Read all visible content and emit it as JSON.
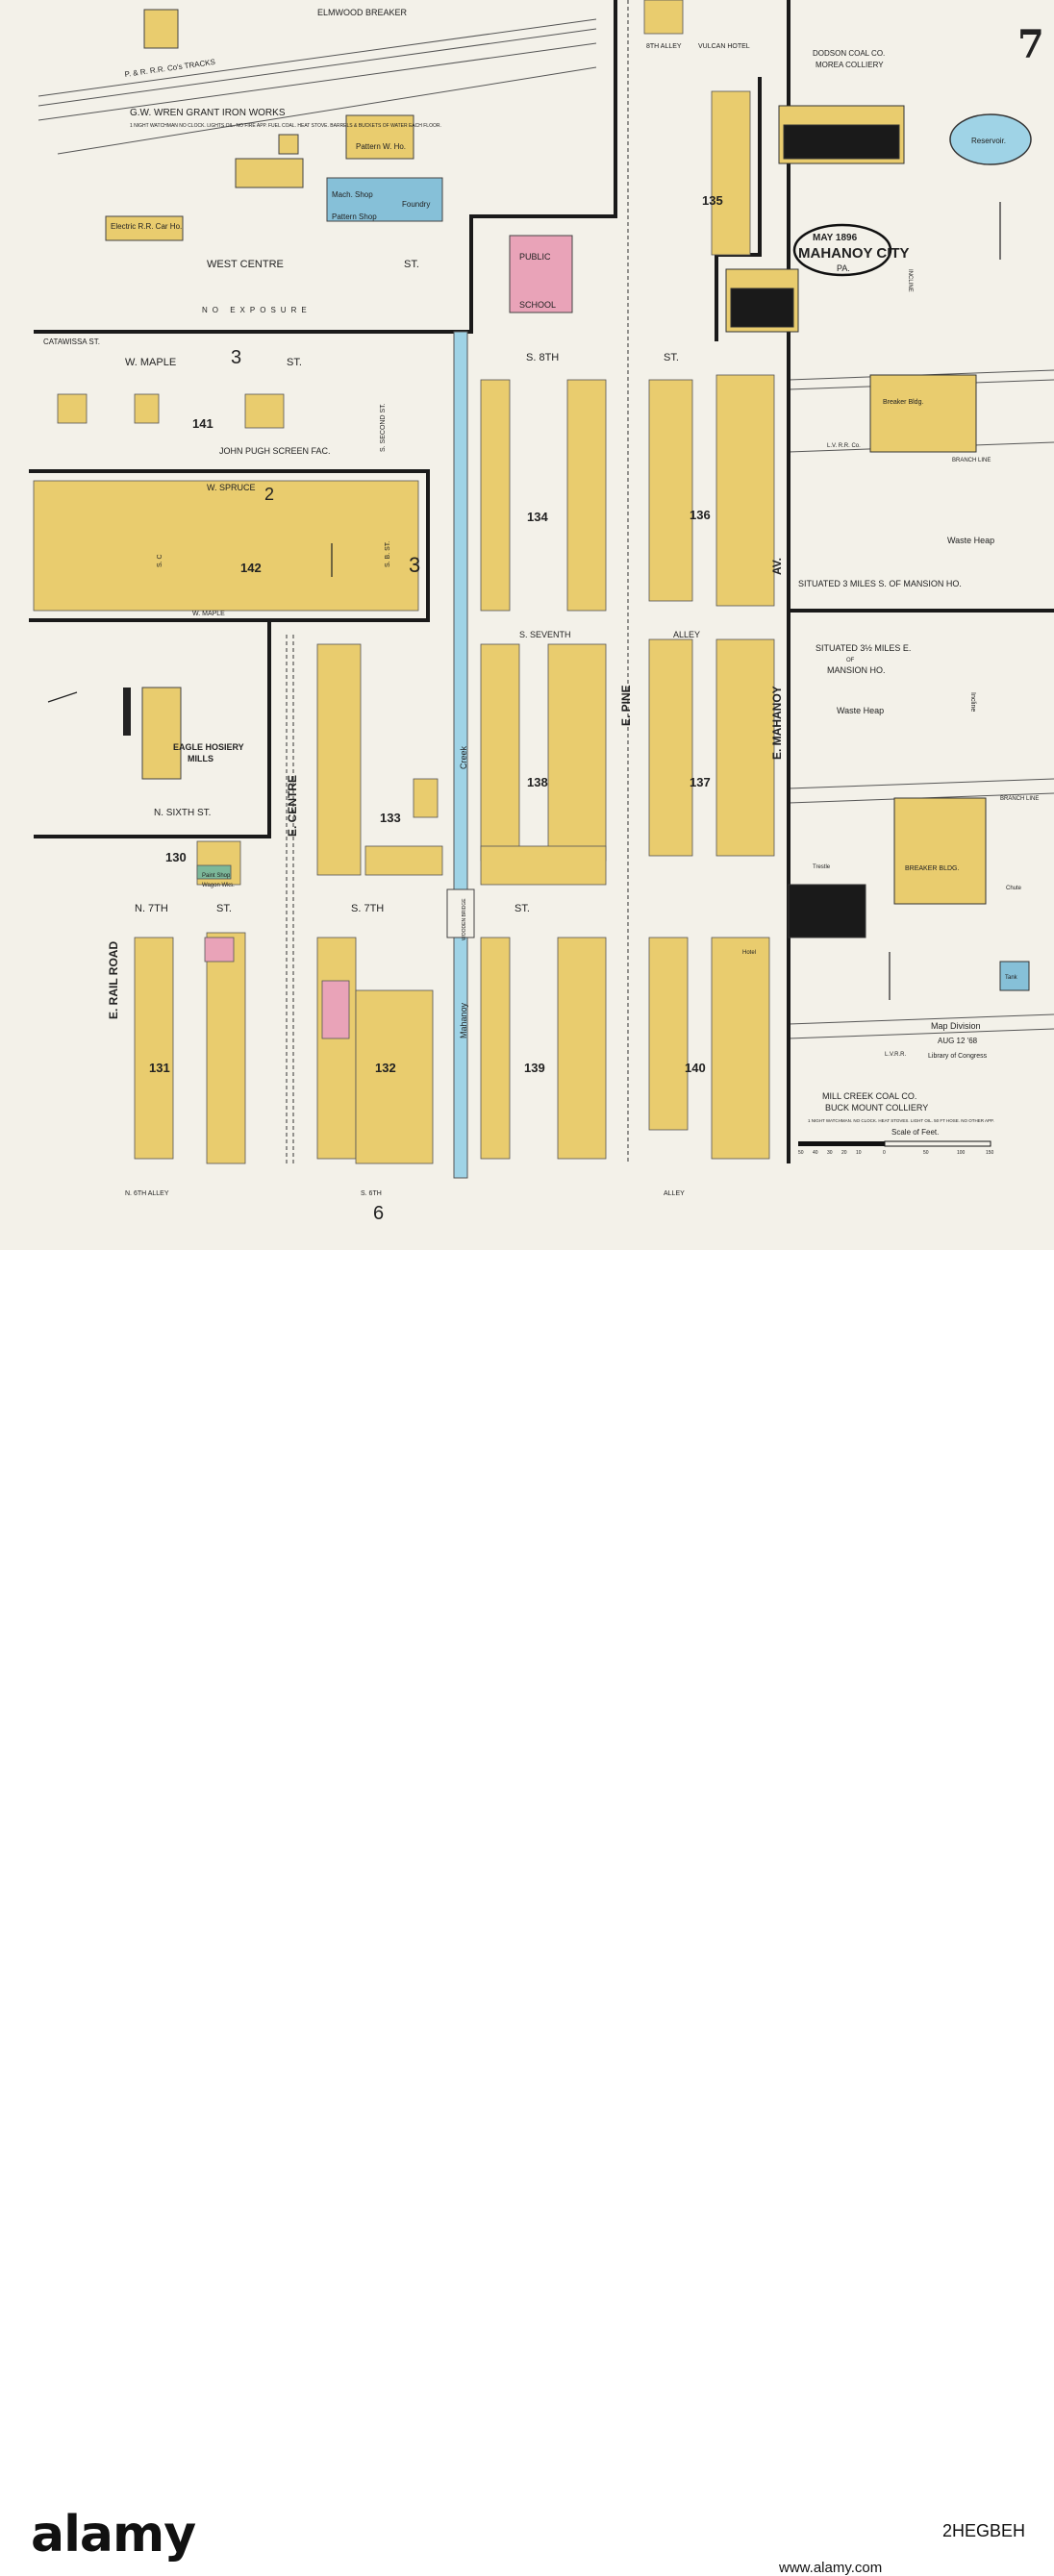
{
  "sheet": {
    "page_number": "7",
    "date_stamp": "MAY 1896",
    "city": "MAHANOY CITY",
    "state": "PA."
  },
  "streets": {
    "elmwood_breaker": "ELMWOOD BREAKER",
    "west_centre": "WEST CENTRE",
    "st": "ST.",
    "w_maple": "W. MAPLE",
    "catawissa": "CATAWISSA ST.",
    "w_spruce": "W. SPRUCE",
    "w_maple_lower": "W. MAPLE",
    "s_8th": "S. 8TH",
    "s_seventh": "S. SEVENTH",
    "alley": "ALLEY",
    "n_sixth": "N. SIXTH ST.",
    "n_7th": "N. 7TH",
    "s_7th": "S. 7TH",
    "e_rail_road": "E. RAIL ROAD",
    "e_centre": "E. CENTRE",
    "e_pine": "E. PINE",
    "e_mahanoy": "E. MAHANOY",
    "av": "AV.",
    "creek": "Creek",
    "mahanoy": "Mahanoy",
    "n_6th_alley": "N. 6TH ALLEY",
    "s_6th": "S. 6TH",
    "alley_bottom": "ALLEY",
    "s_second_st": "S. SECOND ST.",
    "s_c": "S. C",
    "s_b_st": "S. B. ST.",
    "vulcan_hotel": "VULCAN HOTEL",
    "eighth_alley": "8TH ALLEY",
    "pr_rr_tracks": "P. & R. R.R. Co's TRACKS",
    "lv_rr_co": "L.V. R.R. Co.",
    "branch_line": "BRANCH LINE",
    "lv_rr": "L.V.R.R.",
    "no_exposure": "NO EXPOSURE"
  },
  "blocks": [
    "3",
    "141",
    "2",
    "142",
    "3",
    "133",
    "130",
    "131",
    "132",
    "134",
    "138",
    "139",
    "135",
    "136",
    "137",
    "140",
    "6"
  ],
  "labels": {
    "wren": "G.W. WREN GRANT IRON WORKS",
    "wren_note": "1 NIGHT WATCHMAN NO CLOCK. LIGHTS OIL. NO FIRE APP. FUEL COAL. HEAT STOVE. BARRELS & BUCKETS OF WATER EACH FLOOR.",
    "electric_rr": "Electric R.R. Car Ho.",
    "mach_shop": "Mach. Shop",
    "pattern_shop": "Pattern Shop",
    "foundry": "Foundry",
    "pattern_w_ho": "Pattern W. Ho.",
    "public_school": "PUBLIC",
    "school": "SCHOOL",
    "john_pugh": "JOHN PUGH SCREEN FAC.",
    "eagle_hosiery": "EAGLE HOSIERY",
    "mills": "MILLS",
    "dodson": "DODSON COAL CO.",
    "morea": "MOREA COLLIERY",
    "reservoir": "Reservoir.",
    "breaker_bldg": "Breaker Bldg.",
    "breaker_bldg_2": "BREAKER BLDG.",
    "situated_3": "SITUATED 3 MILES S. OF MANSION HO.",
    "situated_3half": "SITUATED 3½ MILES E.",
    "of_mansion": "OF",
    "mansion_ho": "MANSION HO.",
    "waste_heap": "Waste Heap",
    "waste_heap_2": "Waste Heap",
    "incline": "INCLINE",
    "incline_2": "Incline",
    "trestle": "Trestle",
    "chute": "Chute",
    "tank": "Tank",
    "hotel": "Hotel",
    "mill_creek": "MILL CREEK COAL CO.",
    "buck_mount": "BUCK MOUNT COLLIERY",
    "buck_note": "1 NIGHT WATCHMAN. NO CLOCK. HEAT STOVES. LIGHT OIL. 50 FT HOSE. NO OTHER APP.",
    "scale": "Scale of Feet.",
    "map_division": "Map Division",
    "map_date": "AUG 12 '68",
    "library": "Library of Congress",
    "wooden_bridge": "WOODEN BRIDGE",
    "paint_shop": "Paint Shop",
    "wagon_wks": "Wagon Wks."
  },
  "scale_ticks": [
    "50",
    "40",
    "30",
    "20",
    "10",
    "0",
    "50",
    "100",
    "150"
  ],
  "footer": {
    "logo": "alamy",
    "stock_id": "2HEGBEH",
    "url": "www.alamy.com"
  },
  "colors": {
    "dwelling_yellow": "#e9cc6e",
    "brick_pink": "#e9a3b8",
    "stone_blue": "#86c0d8",
    "water_blue": "#9fd3e6",
    "line_black": "#1a1a1a",
    "paper": "#f3f1e9"
  }
}
